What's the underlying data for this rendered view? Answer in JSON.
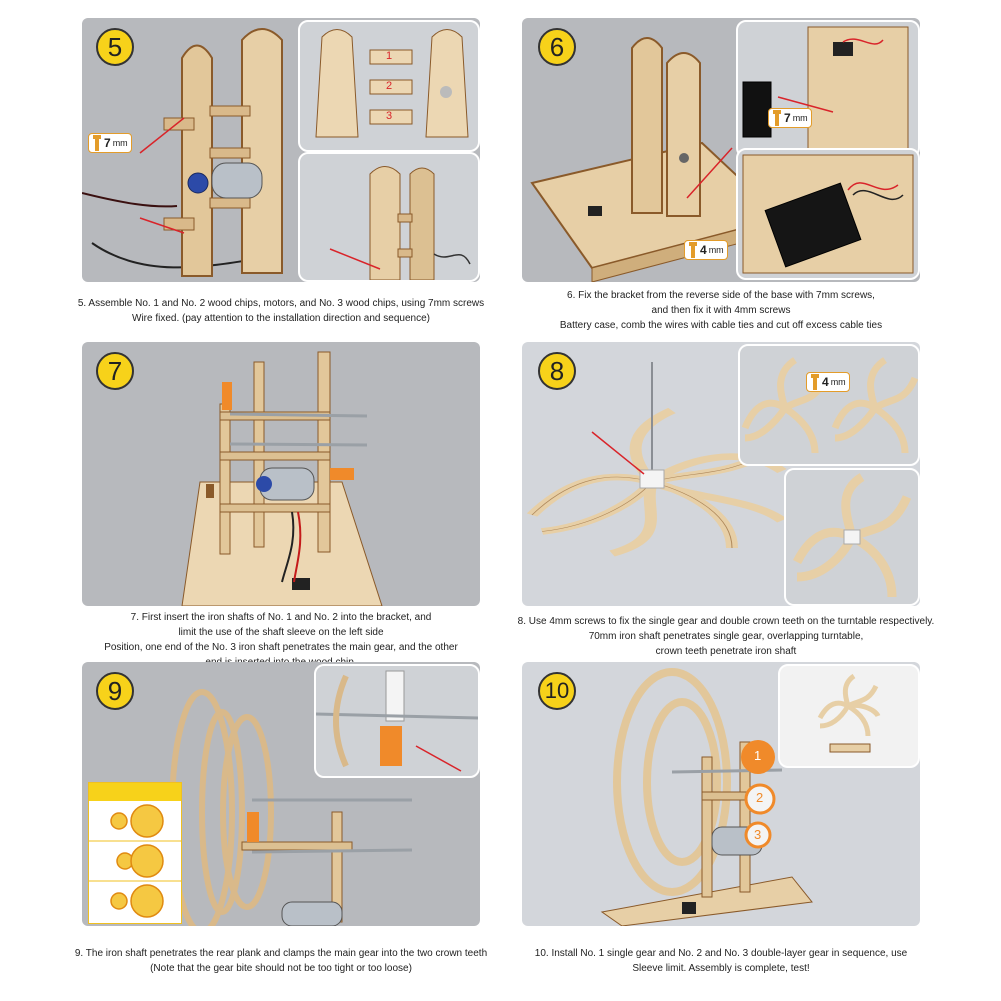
{
  "steps": [
    {
      "number": "5",
      "caption": [
        "5. Assemble No. 1 and No. 2 wood chips, motors, and No. 3 wood chips, using 7mm screws",
        "Wire fixed. (pay attention to the installation direction and sequence)"
      ],
      "screw_label": {
        "size": "7",
        "unit": "mm"
      },
      "part_labels": [
        "1",
        "2",
        "3"
      ]
    },
    {
      "number": "6",
      "caption": [
        "6. Fix the bracket from the reverse side of the base with 7mm screws,",
        "and then fix it with 4mm screws",
        "Battery case, comb the wires with cable ties and cut off excess cable ties"
      ],
      "screw_labels": [
        {
          "size": "7",
          "unit": "mm"
        },
        {
          "size": "4",
          "unit": "mm"
        }
      ]
    },
    {
      "number": "7",
      "caption": [
        "7. First insert the iron shafts of No. 1 and No. 2 into the bracket, and",
        "limit the use of the shaft sleeve on the left side",
        "Position, one end of the No. 3 iron shaft penetrates the main gear, and the other",
        "end is inserted into the wood chip."
      ]
    },
    {
      "number": "8",
      "caption": [
        "8. Use 4mm screws to fix the single gear and double crown teeth on the turntable respectively.",
        "70mm iron shaft penetrates single gear, overlapping turntable,",
        "crown teeth penetrate iron shaft"
      ],
      "screw_label": {
        "size": "4",
        "unit": "mm"
      }
    },
    {
      "number": "9",
      "caption": [
        "9. The iron shaft penetrates the rear plank and clamps the main gear into the two crown teeth",
        "(Note that the gear bite should not be too tight or too loose)"
      ]
    },
    {
      "number": "10",
      "caption": [
        "10. Install No. 1 single gear and No. 2 and No. 3 double-layer gear in sequence, use",
        "Sleeve limit. Assembly is complete, test!"
      ],
      "part_labels": [
        "1",
        "2",
        "3"
      ]
    }
  ],
  "colors": {
    "badge": "#f7d21a",
    "wood": "#e7cfa6",
    "wood_edge": "#8a5a2a",
    "orange_part": "#f08a2a",
    "arrow": "#d9242a",
    "panel_bg": "#b7b9bd"
  }
}
